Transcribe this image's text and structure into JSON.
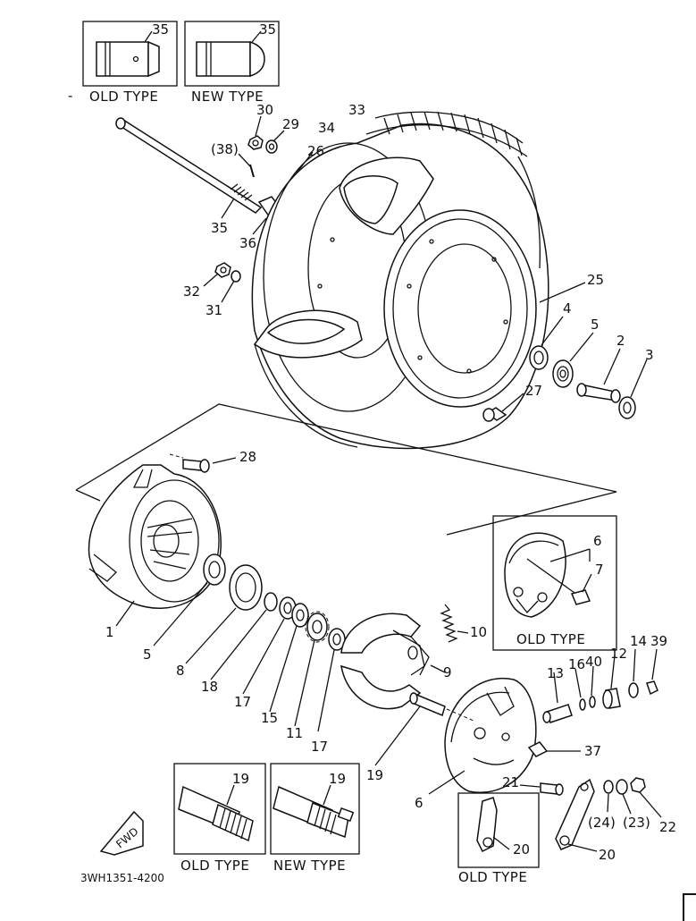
{
  "labels": {
    "p35a": "35",
    "p35b": "35",
    "p35c": "35",
    "p30": "30",
    "p29": "29",
    "p33": "33",
    "p34": "34",
    "p38": "(38)",
    "p26": "26",
    "p36": "36",
    "p32": "32",
    "p31": "31",
    "p25": "25",
    "p4": "4",
    "p5a": "5",
    "p2": "2",
    "p3": "3",
    "p27": "27",
    "p28": "28",
    "p6a": "6",
    "p7": "7",
    "p10": "10",
    "p9": "9",
    "p1": "1",
    "p5b": "5",
    "p8": "8",
    "p18": "18",
    "p17a": "17",
    "p15": "15",
    "p11": "11",
    "p17b": "17",
    "p13": "13",
    "p16": "16",
    "p40": "40",
    "p12": "12",
    "p14": "14",
    "p39": "39",
    "p37": "37",
    "p19a": "19",
    "p19b": "19",
    "p19c": "19",
    "p6b": "6",
    "p21": "21",
    "p24": "(24)",
    "p23": "(23)",
    "p22": "22",
    "p20a": "20",
    "p20b": "20"
  },
  "captions": {
    "top_old": "OLD TYPE",
    "top_new": "NEW TYPE",
    "mid_old": "OLD TYPE",
    "bot_old": "OLD TYPE",
    "bot_new": "NEW TYPE",
    "br_old": "OLD TYPE"
  },
  "fwd_mark": "FWD",
  "diagram_code": "3WH1351-4200"
}
